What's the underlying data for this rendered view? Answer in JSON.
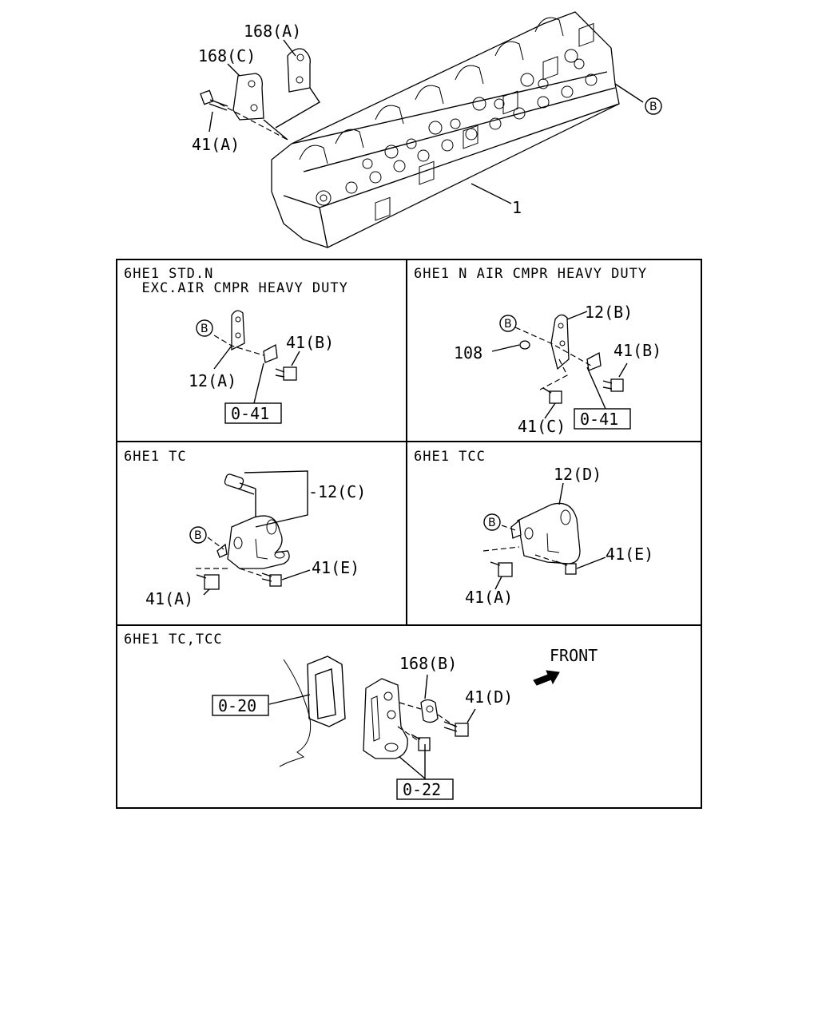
{
  "top_view": {
    "labels": [
      "168(A)",
      "168(C)",
      "41(A)",
      "1"
    ],
    "circle_ref": "B"
  },
  "panels": [
    {
      "header": [
        "6HE1 STD.N",
        "  EXC.AIR CMPR HEAVY DUTY"
      ],
      "circle_ref": "B",
      "labels": [
        "41(B)",
        "12(A)"
      ],
      "ref_box": "0-41"
    },
    {
      "header": [
        "6HE1 N AIR CMPR HEAVY DUTY"
      ],
      "circle_ref": "B",
      "labels": [
        "12(B)",
        "108",
        "41(B)",
        "41(C)"
      ],
      "ref_box": "0-41"
    },
    {
      "header": [
        "6HE1 TC"
      ],
      "circle_ref": "B",
      "labels": [
        "-12(C)",
        "41(E)",
        "41(A)"
      ]
    },
    {
      "header": [
        "6HE1 TCC"
      ],
      "circle_ref": "B",
      "labels": [
        "12(D)",
        "41(E)",
        "41(A)"
      ]
    },
    {
      "header": [
        "6HE1 TC,TCC"
      ],
      "labels": [
        "168(B)",
        "41(D)",
        "FRONT"
      ],
      "ref_boxes": [
        "0-20",
        "0-22"
      ]
    }
  ]
}
